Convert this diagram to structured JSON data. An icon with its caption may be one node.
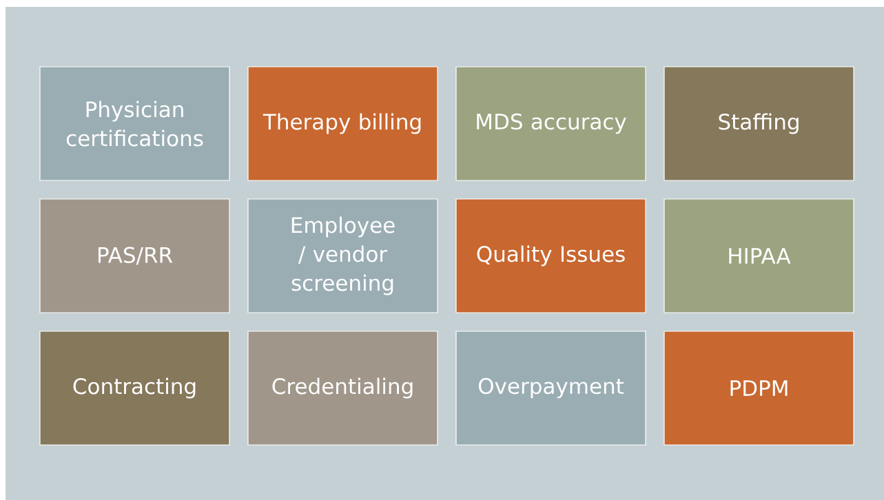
{
  "diagram": {
    "nodes": [
      {
        "text": [
          "Physician certifications"
        ]
      },
      {
        "text": [
          "Therapy billing"
        ]
      },
      {
        "text": [
          "MDS accuracy"
        ]
      },
      {
        "text": [
          "Staffing"
        ]
      },
      {
        "text": [
          "PAS/RR"
        ]
      },
      {
        "text": [
          "Employee / vendor screening"
        ]
      },
      {
        "text": [
          "Quality Issues"
        ]
      },
      {
        "text": [
          "HIPAA"
        ]
      },
      {
        "text": [
          "Contracting"
        ]
      },
      {
        "text": [
          "Credentialing"
        ]
      },
      {
        "text": [
          "Overpayment"
        ]
      },
      {
        "text": [
          "PDPM"
        ]
      }
    ]
  }
}
